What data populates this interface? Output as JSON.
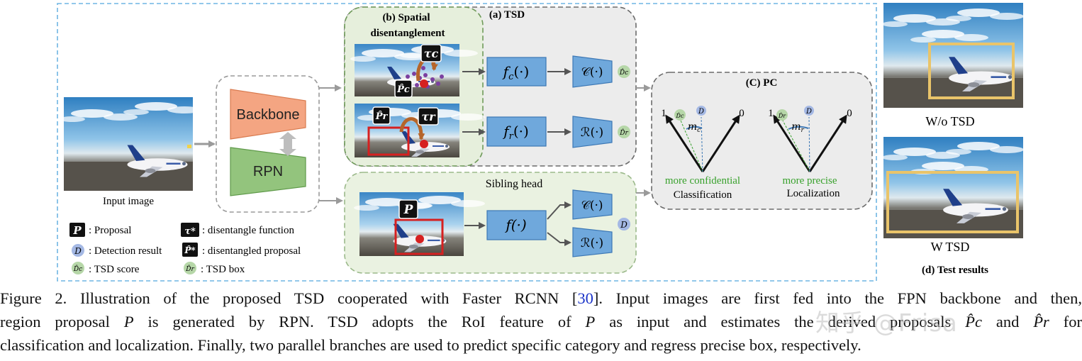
{
  "diagram": {
    "tsd_title": "(a) TSD",
    "spatial_title_line1": "(b) Spatial",
    "spatial_title_line2": "disentanglement",
    "pc_title": "(C) PC",
    "backbone_label": "Backbone",
    "rpn_label": "RPN",
    "input_caption": "Input image",
    "fc_label": "f_c(·)",
    "fr_label": "f_r(·)",
    "f_label": "f(·)",
    "cls_label": "𝒞(·)",
    "reg_label": "ℛ(·)",
    "cls_label2": "𝒞(·)",
    "reg_label2": "ℛ(·)",
    "dc_badge": "D̂c",
    "dr_badge": "D̂r",
    "d_badge": "D",
    "sibling_title": "Sibling head",
    "tau_c": "τc",
    "tau_r": "τr",
    "pc_hat": "P̂c",
    "pr_hat": "P̂r",
    "p_proposal": "P",
    "classification": {
      "one": "1",
      "zero": "0",
      "margin": "mc",
      "note": "more confidential",
      "label": "Classification",
      "dc": "D̂c",
      "d": "D"
    },
    "localization": {
      "one": "1",
      "zero": "0",
      "margin": "mr",
      "note": "more precise",
      "label": "Localization",
      "dr": "D̂r",
      "d": "D"
    },
    "legend": [
      {
        "sym": "P",
        "text": ": Proposal"
      },
      {
        "sym": "D",
        "text": ": Detection result"
      },
      {
        "sym": "D̂c",
        "text": ": TSD score"
      },
      {
        "sym": "τ*",
        "text": ": disentangle function"
      },
      {
        "sym": "P̂*",
        "text": ": disentangled proposal"
      },
      {
        "sym": "D̂r",
        "text": ": TSD box"
      }
    ],
    "results": {
      "wo": "W/o TSD",
      "w": "W TSD",
      "title": "(d) Test results"
    },
    "colors": {
      "dashed_border": "#6fb6e3",
      "tsd_bg": "#ececec",
      "spatial_bg": "#e8f0df",
      "sibling_bg": "#eaf2e1",
      "blue_box": "#6fa8dc",
      "backbone": "#f4a582",
      "rpn": "#93c47d",
      "badge_green": "#b6d7a8",
      "badge_blue": "#a4b8e4",
      "highlight": "#e9c46a",
      "proposal_red": "#d62020",
      "note_green": "#38a12c"
    }
  },
  "caption": {
    "line1_a": "Figure 2. Illustration of the proposed TSD cooperated with Faster RCNN [",
    "line1_ref": "30",
    "line1_b": "]. Input images are first fed into the FPN backbone and then,",
    "line2_a": "region proposal ",
    "line2_p1": "P",
    "line2_b": " is generated by RPN. TSD adopts the RoI feature of ",
    "line2_p2": "P",
    "line2_c": " as input and estimates the derived proposals ",
    "line2_fc": "P̂c",
    "line2_d": " and ",
    "line2_fr": "P̂r",
    "line2_e": " for",
    "line3": "classification and localization. Finally, two parallel branches are used to predict specific category and regress precise box, respectively."
  },
  "watermark": "知乎 @Frisa"
}
